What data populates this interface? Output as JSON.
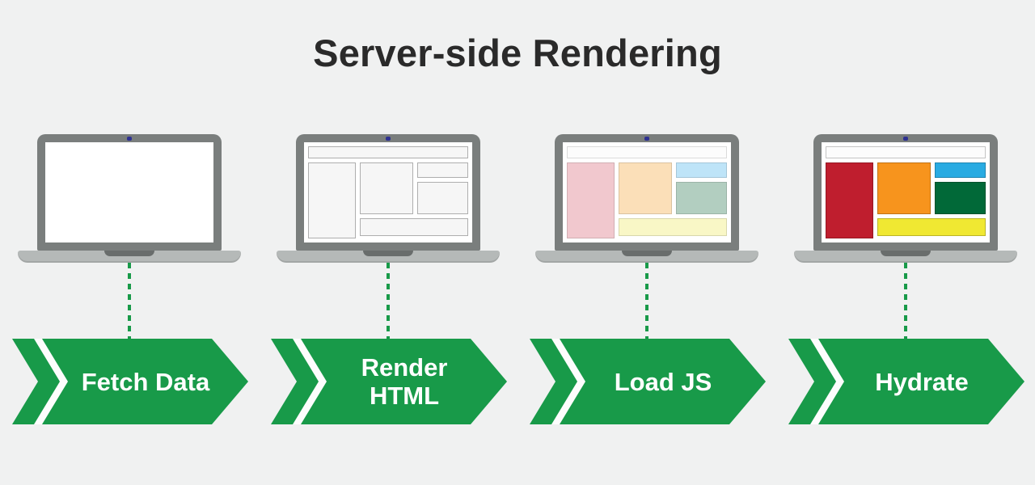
{
  "title": "Server-side Rendering",
  "theme": {
    "page_bg": "#f0f1f1",
    "title_color": "#2a2a2a",
    "green": "#189a49",
    "stripe": "#fdfdfd",
    "label_color": "#ffffff",
    "bezel": "#7a7e7d",
    "base": "#b5b9b8",
    "notch": "#696d6c",
    "webcam": "#2e3192",
    "screen_bg": "#ffffff"
  },
  "steps": [
    {
      "label": "Fetch Data",
      "screen": {
        "style": "blank"
      }
    },
    {
      "label": "Render\nHTML",
      "screen": {
        "style": "wireframe",
        "border": "#aeaeae",
        "fill": {
          "header": "#f6f6f6",
          "sidebar": "#f6f6f6",
          "main": "#f6f6f6",
          "widget_top": "#f6f6f6",
          "widget_mid": "#f6f6f6",
          "banner": "#f6f6f6"
        }
      }
    },
    {
      "label": "Load JS",
      "screen": {
        "style": "pastel",
        "border": "rgba(0,0,0,0.13)",
        "fill": {
          "header": "#fcfcfc",
          "sidebar": "#f1c8ce",
          "main": "#fbdfb8",
          "widget_top": "#bee4f8",
          "widget_mid": "#b2cec0",
          "banner": "#f9f7c6"
        }
      }
    },
    {
      "label": "Hydrate",
      "screen": {
        "style": "solid",
        "border": "rgba(0,0,0,0.22)",
        "fill": {
          "header": "#fcfcfc",
          "sidebar": "#bf1e2e",
          "main": "#f7941d",
          "widget_top": "#29abe2",
          "widget_mid": "#016938",
          "banner": "#f0e832"
        }
      }
    }
  ]
}
